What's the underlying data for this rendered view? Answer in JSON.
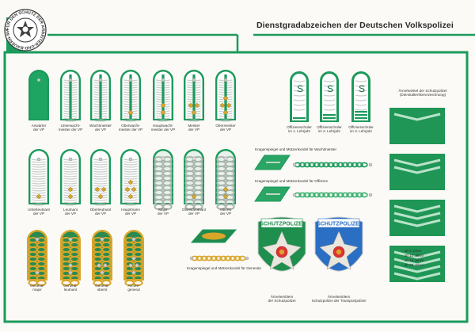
{
  "title": "Dienstgradabzeichen der Deutschen Volkspolizei",
  "emblem": {
    "ring_text": "FÜR DEN SCHUTZ DER ARBEITER-UND-BAUERN-MACHT"
  },
  "row1": [
    {
      "label": "Anwärter\nder VP",
      "stars": 0,
      "style": "green"
    },
    {
      "label": "Unterwacht-\nmeister der VP",
      "stars": 0,
      "style": "bar"
    },
    {
      "label": "Wachtmeister\nder VP",
      "stars": 0,
      "style": "bar"
    },
    {
      "label": "Oberwacht-\nmeister der VP",
      "stars": 1,
      "style": "bar"
    },
    {
      "label": "Hauptwacht-\nmeister der VP",
      "stars": 2,
      "style": "bar"
    },
    {
      "label": "Meister\nder VP",
      "stars": 3,
      "style": "bar"
    },
    {
      "label": "Obermeister\nder VP",
      "stars": 4,
      "style": "bar"
    }
  ],
  "row2": [
    {
      "label": "Unterleutnant\nder VP",
      "stars": 1,
      "style": "officer"
    },
    {
      "label": "Leutnant\nder VP",
      "stars": 2,
      "style": "officer"
    },
    {
      "label": "Oberleutnant\nder VP",
      "stars": 3,
      "style": "officer"
    },
    {
      "label": "Hauptmann\nder VP",
      "stars": 4,
      "style": "officer"
    },
    {
      "label": "Major\nder VP",
      "stars": 0,
      "style": "braid"
    },
    {
      "label": "Oberstleutnant\nder VP",
      "stars": 1,
      "style": "braid"
    },
    {
      "label": "Oberst\nder VP",
      "stars": 2,
      "style": "braid"
    }
  ],
  "row3": [
    {
      "label": "General-\nmajor",
      "stars": 1,
      "style": "general"
    },
    {
      "label": "General-\nleutnant",
      "stars": 2,
      "style": "general"
    },
    {
      "label": "General-\noberst",
      "stars": 3,
      "style": "general"
    },
    {
      "label": "Armee-\ngeneral",
      "stars": 4,
      "style": "general"
    }
  ],
  "students": [
    {
      "label": "Offiziersschüler\nim 1. Lehrjahr",
      "bars": 1
    },
    {
      "label": "Offiziersschüler\nim 2. Lehrjahr",
      "bars": 2
    },
    {
      "label": "Offiziersschüler\nim 3. Lehrjahr",
      "bars": 3
    }
  ],
  "collar": {
    "wachtmeister": "Kragenspiegel und Mützenkordel für Wachtmeister",
    "offiziere": "Kragenspiegel und Mützenkordel für Offiziere",
    "generale": "Kragenspiegel und Mützenkordel für Generale"
  },
  "patches": [
    {
      "banner": "SCHUTZPOLIZEI",
      "label": "Ärmelemblem\nder Schutzpolizei",
      "color": "#1f8f4e"
    },
    {
      "banner": "SCHUTZPOLIZEI",
      "label": "Ärmelemblem\nSchutzpolizei der Transportpolizei",
      "color": "#2a6fc4"
    }
  ],
  "service": {
    "heading": "Ärmelwinkel der Schutzpolizei\n(Dienstalterskennzeichnung)",
    "legend": [
      "- ab  5 Jahre",
      "- ab 10 Jahre",
      "- ab 15 Jahre",
      "- ab 20 Jahre"
    ]
  },
  "colors": {
    "green": "#1b9a5c",
    "silver": "#c9ccc8",
    "gold": "#d9a62a",
    "dark_green": "#136b40"
  }
}
